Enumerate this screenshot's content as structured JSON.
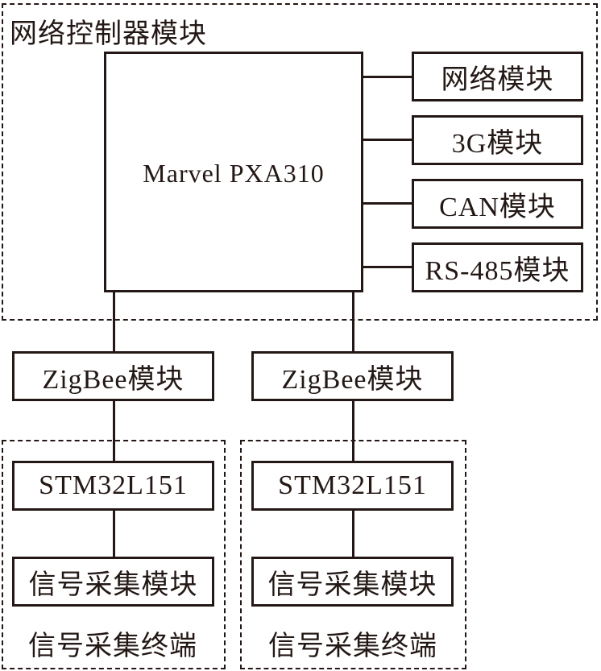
{
  "diagram": {
    "controller_group": {
      "title": "网络控制器模块",
      "cpu": "Marvel PXA310",
      "modules": [
        {
          "label": "网络模块"
        },
        {
          "label": "3G模块"
        },
        {
          "label": "CAN模块"
        },
        {
          "label": "RS-485模块"
        }
      ]
    },
    "zigbee_modules": [
      {
        "label": "ZigBee模块"
      },
      {
        "label": "ZigBee模块"
      }
    ],
    "terminals": [
      {
        "mcu": "STM32L151",
        "acquisition": "信号采集模块",
        "title": "信号采集终端"
      },
      {
        "mcu": "STM32L151",
        "acquisition": "信号采集模块",
        "title": "信号采集终端"
      }
    ],
    "colors": {
      "stroke": "#231815",
      "background": "#ffffff"
    }
  }
}
